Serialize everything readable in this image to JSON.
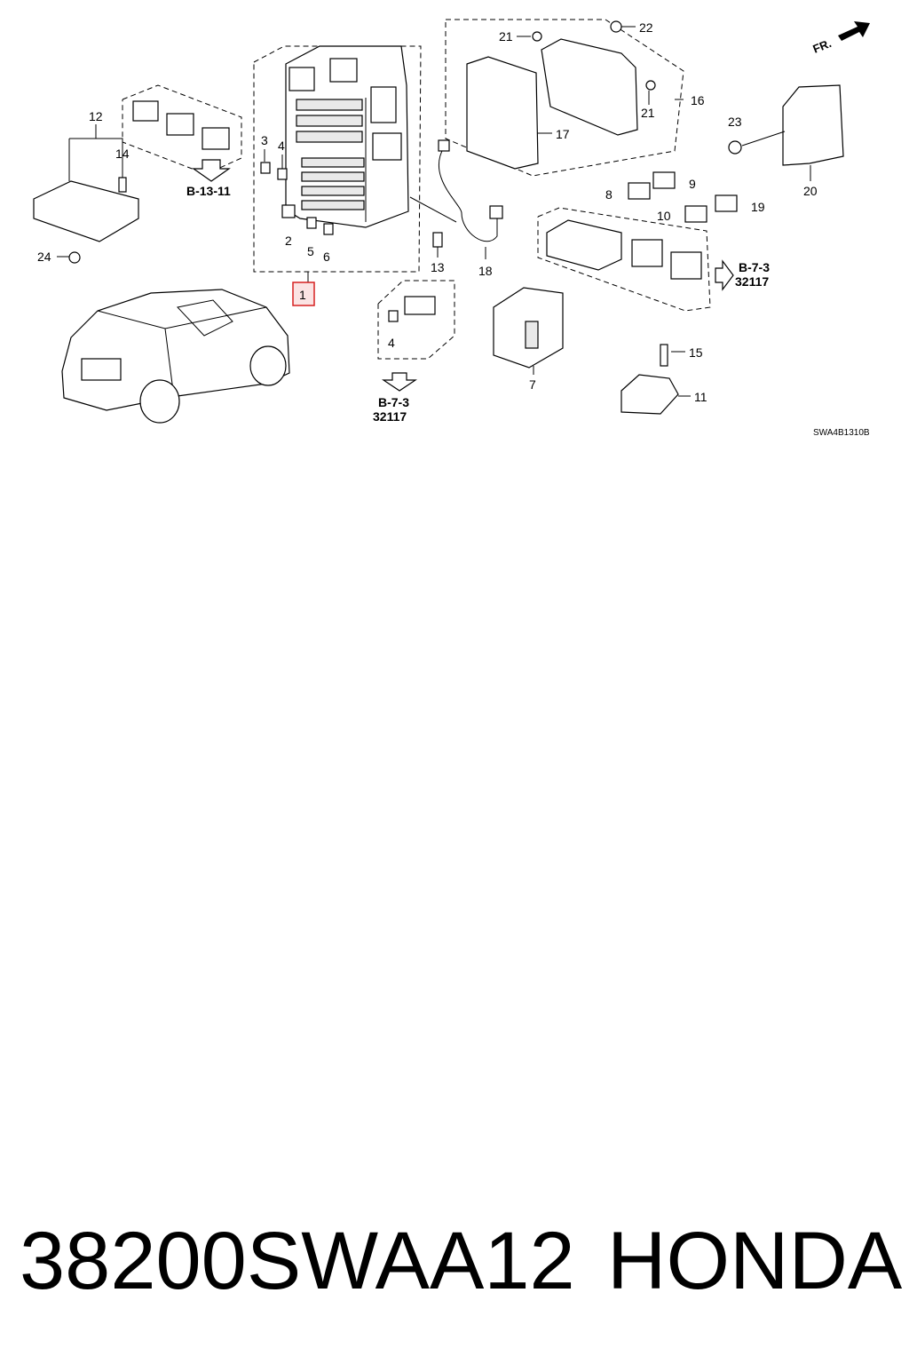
{
  "diagram": {
    "callouts": [
      "1",
      "2",
      "3",
      "4",
      "5",
      "6",
      "7",
      "8",
      "9",
      "10",
      "11",
      "12",
      "13",
      "14",
      "15",
      "16",
      "17",
      "18",
      "19",
      "20",
      "21",
      "22",
      "23",
      "24"
    ],
    "callout_4_second": "4",
    "callout_21_second": "21",
    "highlighted_callout": "1",
    "highlight_color": "#d62020",
    "ref_b1311": "B-13-11",
    "ref_b73_a": "B-7-3",
    "ref_code_a": "32117",
    "ref_b73_b": "B-7-3",
    "ref_code_b": "32117",
    "front_label": "FR.",
    "diagram_code": "SWA4B1310B"
  },
  "caption": {
    "part_number": "38200SWAA12",
    "brand": "HONDA"
  }
}
